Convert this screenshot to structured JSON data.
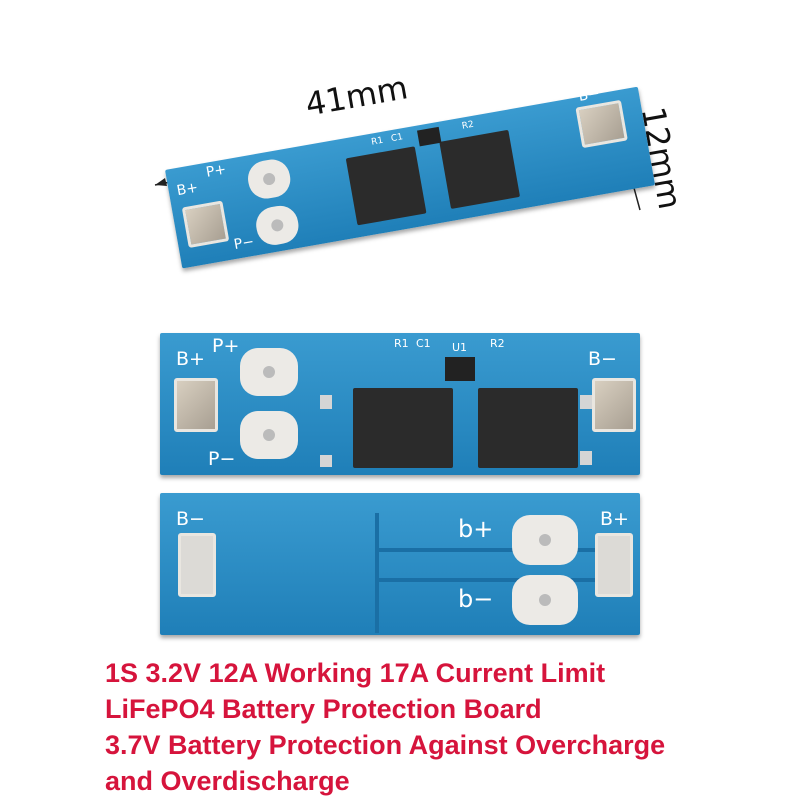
{
  "dimensions": {
    "length": "41mm",
    "width": "12mm"
  },
  "labels": {
    "b_plus": "B+",
    "p_plus": "P+",
    "p_minus": "P−",
    "b_minus": "B−",
    "r1": "R1",
    "c1": "C1",
    "u1": "U1",
    "r2": "R2",
    "b_small_plus": "b+",
    "b_small_minus": "b−"
  },
  "caption": {
    "line1": "1S 3.2V 12A Working 17A Current Limit",
    "line2": "LiFePO4 Battery Protection Board",
    "line3": "3.7V Battery Protection Against Overcharge",
    "line4": "and Overdischarge"
  },
  "colors": {
    "caption": "#d6143c",
    "pcb": "#2a8cc6"
  }
}
